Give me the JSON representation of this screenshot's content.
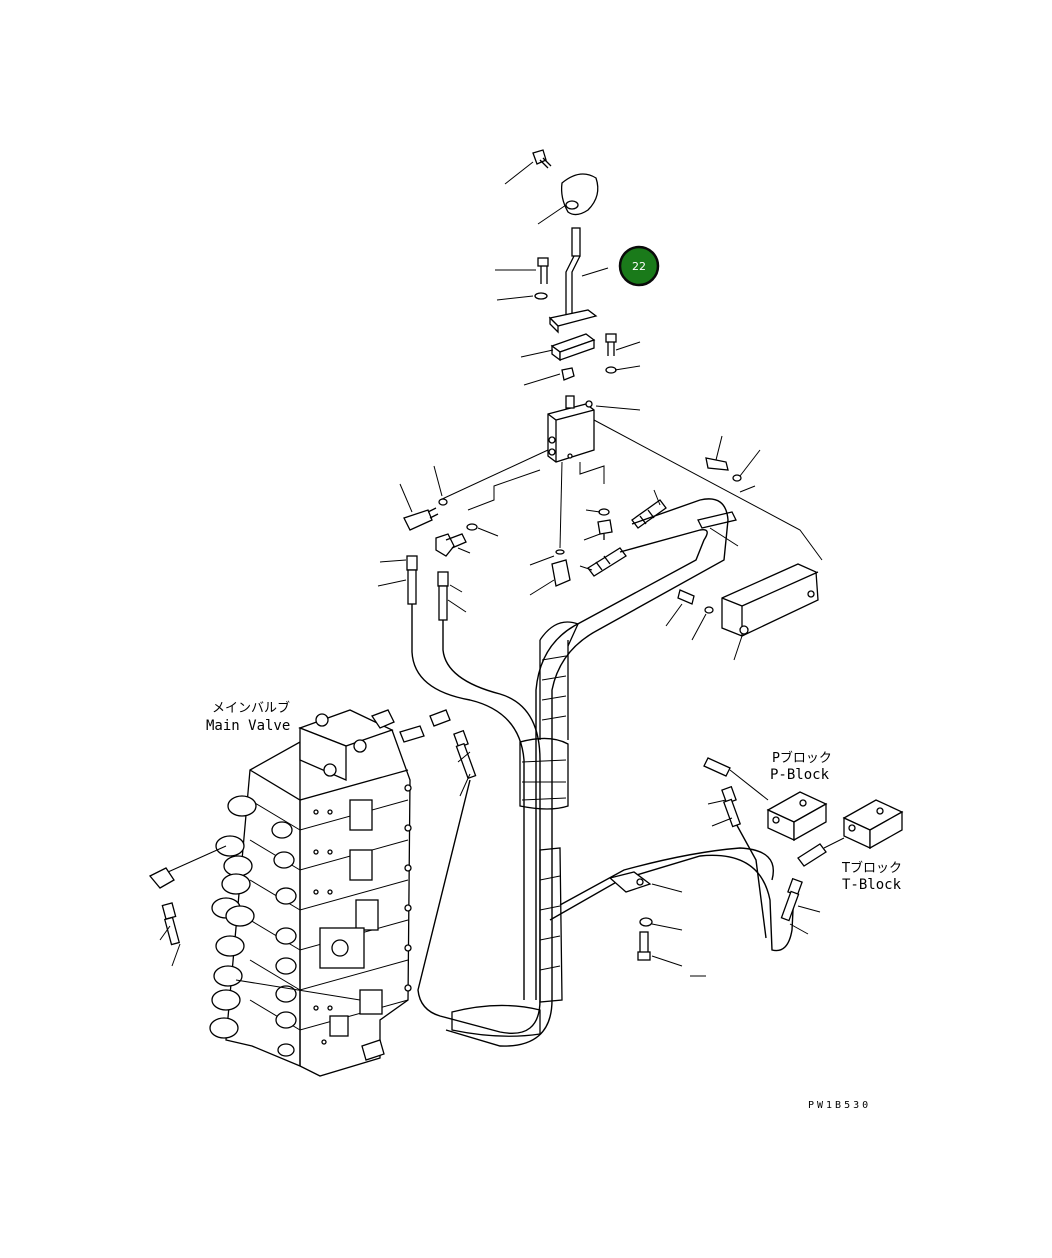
{
  "callout": {
    "number": "22",
    "fill": "#1a7a1a",
    "ring": "#0a0a0a"
  },
  "labels": {
    "main_valve_jp": "メインバルブ",
    "main_valve_en": "Main Valve",
    "p_block_jp": "Pブロック",
    "p_block_en": "P-Block",
    "t_block_jp": "Tブロック",
    "t_block_en": "T-Block"
  },
  "drawing_number": "PW1B530"
}
